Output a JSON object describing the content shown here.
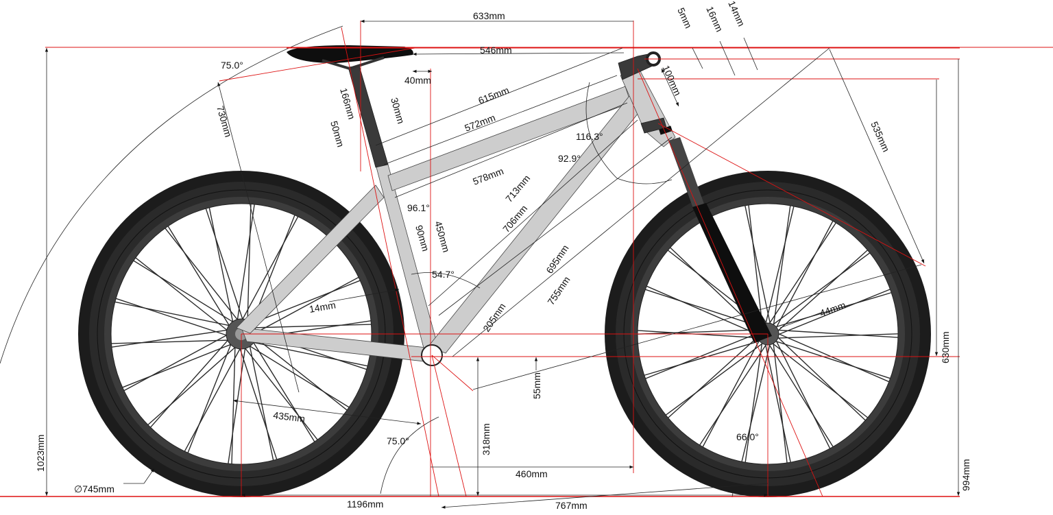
{
  "title": "Bicycle geometry diagram",
  "colors": {
    "reference_line": "#dd1111",
    "dimension_line": "#222222",
    "frame_tube": "#cdcdcd",
    "tire": "#1c1c1c",
    "fork": "#0e0e0e",
    "seatpost": "#3a3a3a"
  },
  "dimensions": {
    "top_horizontal": "633mm",
    "saddle_to_bar": "546mm",
    "saddle_setback": "40mm",
    "stem_spacer_5": "5mm",
    "stem_spacer_16": "16mm",
    "stem_spacer_14": "14mm",
    "stem_length": "100mm",
    "reach_diag_615": "615mm",
    "top_tube_572": "572mm",
    "top_tube_578": "578mm",
    "seatpost_166": "166mm",
    "seat_offset_30": "30mm",
    "seat_offset_50": "50mm",
    "saddle_height_730": "730mm",
    "seat_angle_top": "75.0°",
    "seat_tube_angle_96": "96.1°",
    "head_angle_116": "116.3°",
    "head_angle_92": "92.9°",
    "diag_713": "713mm",
    "diag_706": "706mm",
    "seat_90": "90mm",
    "seat_tube_450": "450mm",
    "angle_54": "54.7°",
    "offset_14": "14mm",
    "down_205": "205mm",
    "diag_695": "695mm",
    "diag_755": "755mm",
    "fork_535": "535mm",
    "fork_offset_44": "44mm",
    "front_height_630": "630mm",
    "bb_drop_55": "55mm",
    "bb_height_318": "318mm",
    "front_center_460": "460mm",
    "chainstay_435": "435mm",
    "seat_angle_bottom": "75.0°",
    "head_tube_angle": "66.0°",
    "wheelbase_1196": "1196mm",
    "front_767": "767mm",
    "wheel_diameter": "∅745mm",
    "overall_height_1023": "1023mm",
    "stack_994": "994mm"
  }
}
